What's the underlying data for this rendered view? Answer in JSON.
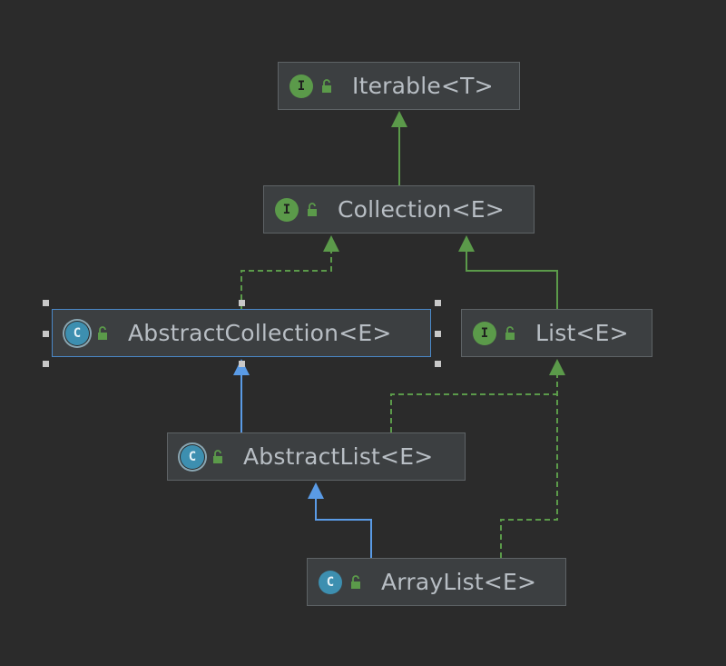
{
  "nodes": {
    "iterable": {
      "label": "Iterable<T>",
      "kind": "interface",
      "badge": "I"
    },
    "collection": {
      "label": "Collection<E>",
      "kind": "interface",
      "badge": "I"
    },
    "abstract_collection": {
      "label": "AbstractCollection<E>",
      "kind": "abstract-class",
      "badge": "C"
    },
    "list": {
      "label": "List<E>",
      "kind": "interface",
      "badge": "I"
    },
    "abstract_list": {
      "label": "AbstractList<E>",
      "kind": "abstract-class",
      "badge": "C"
    },
    "array_list": {
      "label": "ArrayList<E>",
      "kind": "class",
      "badge": "C"
    }
  },
  "edges": [
    {
      "from": "collection",
      "to": "iterable",
      "type": "extends-interface"
    },
    {
      "from": "abstract_collection",
      "to": "collection",
      "type": "implements"
    },
    {
      "from": "list",
      "to": "collection",
      "type": "extends-interface"
    },
    {
      "from": "abstract_list",
      "to": "abstract_collection",
      "type": "extends-class"
    },
    {
      "from": "abstract_list",
      "to": "list",
      "type": "implements"
    },
    {
      "from": "array_list",
      "to": "abstract_list",
      "type": "extends-class"
    },
    {
      "from": "array_list",
      "to": "list",
      "type": "implements"
    }
  ],
  "selected": "abstract_collection",
  "colors": {
    "background": "#2b2b2b",
    "node_fill": "#3c3f41",
    "interface_badge": "#5b9a4a",
    "class_badge": "#3d8fb0",
    "interface_edge": "#5b9a4a",
    "class_edge": "#5a9be6",
    "selection": "#4a88c7"
  }
}
